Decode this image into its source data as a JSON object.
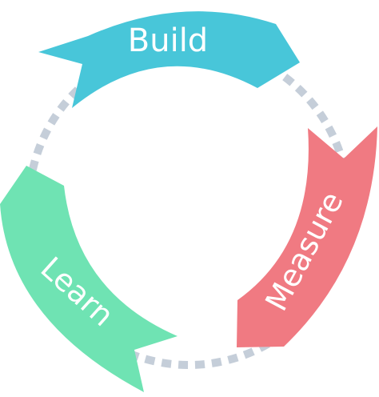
{
  "stages": [
    {
      "label": "Build",
      "color": "#48c6d9"
    },
    {
      "label": "Measure",
      "color": "#f07a82"
    },
    {
      "label": "Learn",
      "color": "#6fe3b3"
    }
  ],
  "connector_color": "#c5ced9"
}
